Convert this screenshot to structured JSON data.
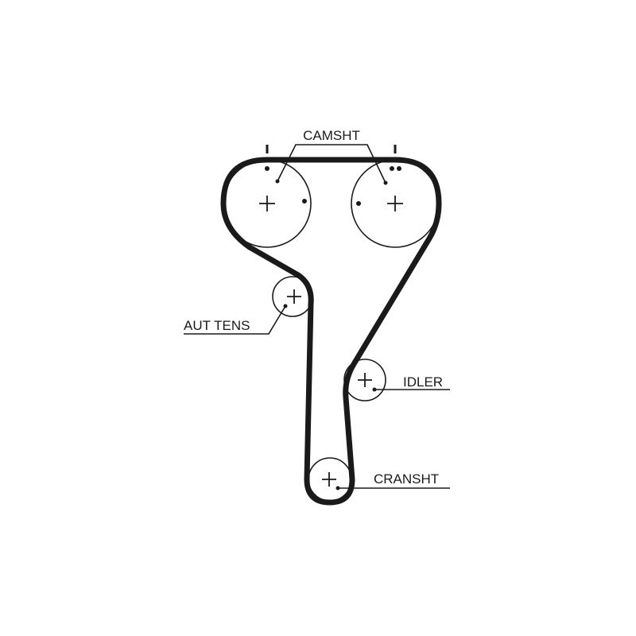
{
  "labels": {
    "camshaft": "CAMSHT",
    "tensioner": "AUT TENS",
    "idler": "IDLER",
    "crankshaft": "CRANSHT"
  },
  "colors": {
    "ink": "#1a1a1a",
    "background": "#ffffff"
  }
}
